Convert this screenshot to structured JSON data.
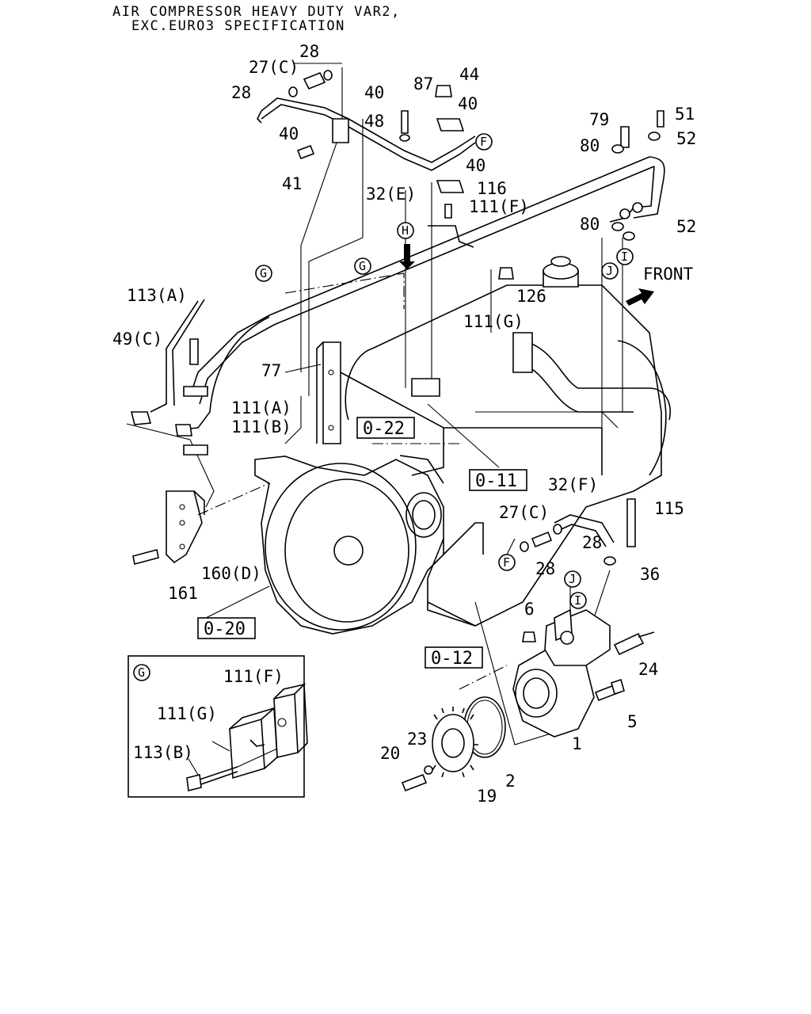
{
  "title": {
    "line1": "AIR COMPRESSOR HEAVY DUTY VAR2,",
    "line2": "EXC.EURO3 SPECIFICATION"
  },
  "front_label": "FRONT",
  "labels": {
    "p28a": "28",
    "p27c_top": "27(C)",
    "p28b": "28",
    "p40a": "40",
    "p40b": "40",
    "p41": "41",
    "p87": "87",
    "p44": "44",
    "p40c": "40",
    "p48": "48",
    "p40d": "40",
    "p32e": "32(E)",
    "p116": "116",
    "p111f": "111(F)",
    "p79": "79",
    "p51": "51",
    "p80a": "80",
    "p52a": "52",
    "p80b": "80",
    "p52b": "52",
    "p126": "126",
    "p111g": "111(G)",
    "p113a": "113(A)",
    "p49c": "49(C)",
    "p77": "77",
    "p111a": "111(A)",
    "p111b": "111(B)",
    "p32f": "32(F)",
    "p115": "115",
    "p27c_low": "27(C)",
    "p28c": "28",
    "p28d": "28",
    "p36": "36",
    "p6": "6",
    "p24": "24",
    "p5": "5",
    "p1": "1",
    "p23": "23",
    "p20": "20",
    "p2": "2",
    "p19": "19",
    "p160d": "160(D)",
    "p161": "161"
  },
  "refs": {
    "r022": "0-22",
    "r011": "0-11",
    "r020": "0-20",
    "r012": "0-12"
  },
  "circles": {
    "f_top": "F",
    "h": "H",
    "g1": "G",
    "g2": "G",
    "j": "J",
    "i": "I",
    "f_low": "F",
    "j2": "J",
    "i2": "I"
  },
  "detail": {
    "marker": "G",
    "p111f": "111(F)",
    "p111g": "111(G)",
    "p113b": "113(B)"
  }
}
